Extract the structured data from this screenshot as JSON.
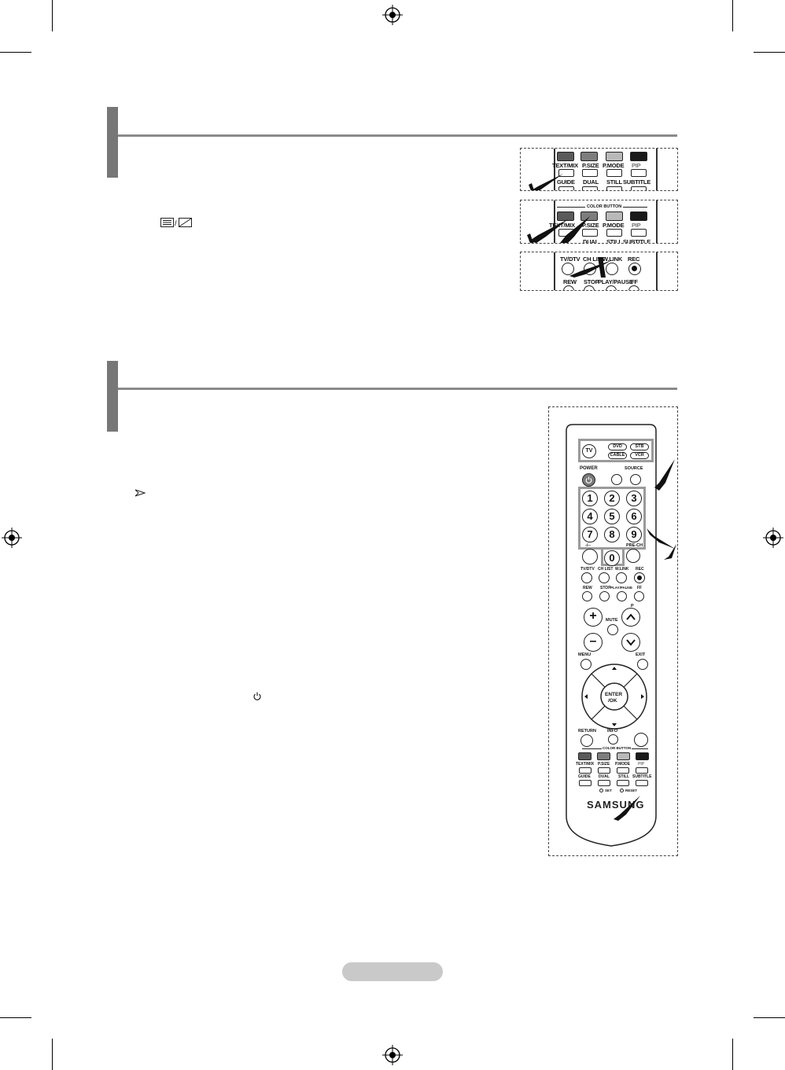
{
  "remote_small": {
    "row1_labels": [
      "TEXT/MIX",
      "P.SIZE",
      "P.MODE",
      "PIP"
    ],
    "row2_labels": [
      "GUIDE",
      "DUAL",
      "STILL",
      "SUBTITLE"
    ],
    "color_button_label": "COLOR BUTTON",
    "row3_labels": [
      "TV/DTV",
      "CH LIST",
      "W.LINK",
      "REC"
    ],
    "row4_labels": [
      "REW",
      "STOP",
      "PLAY/PAUSE",
      "FF"
    ]
  },
  "remote_full": {
    "mode_tv": "TV",
    "mode_buttons": [
      "DVD",
      "STB",
      "CABLE",
      "VCR"
    ],
    "power_label": "POWER",
    "source_label": "SOURCE",
    "digits": [
      "1",
      "2",
      "3",
      "4",
      "5",
      "6",
      "7",
      "8",
      "9"
    ],
    "zero": "0",
    "dash_label": "-/--",
    "prech_label": "PRE-CH",
    "row_labels": [
      "TV/DTV",
      "CH LIST",
      "W.LINK",
      "REC"
    ],
    "play_labels": [
      "REW",
      "STOP",
      "PLAY/PAUSE",
      "FF"
    ],
    "p_label": "P",
    "mute_label": "MUTE",
    "menu_label": "MENU",
    "exit_label": "EXIT",
    "enter_label_1": "ENTER",
    "enter_label_2": "/OK",
    "return_label": "RETURN",
    "info_label": "INFO",
    "color_button_label": "COLOR BUTTON",
    "bottom_row1": [
      "TEXT/MIX",
      "P.SIZE",
      "P.MODE",
      "PIP"
    ],
    "bottom_row2": [
      "GUIDE",
      "DUAL",
      "STILL",
      "SUBTITLE"
    ],
    "set_label": "SET",
    "reset_label": "RESET",
    "brand": "SAMSUNG"
  },
  "colors": {
    "red_key": "#5a5a5a",
    "green_key": "#7d7d7d",
    "yellow_key": "#b9b9b9",
    "blue_key": "#1a1a1a",
    "highlight_frame": "#9a9a9a"
  }
}
